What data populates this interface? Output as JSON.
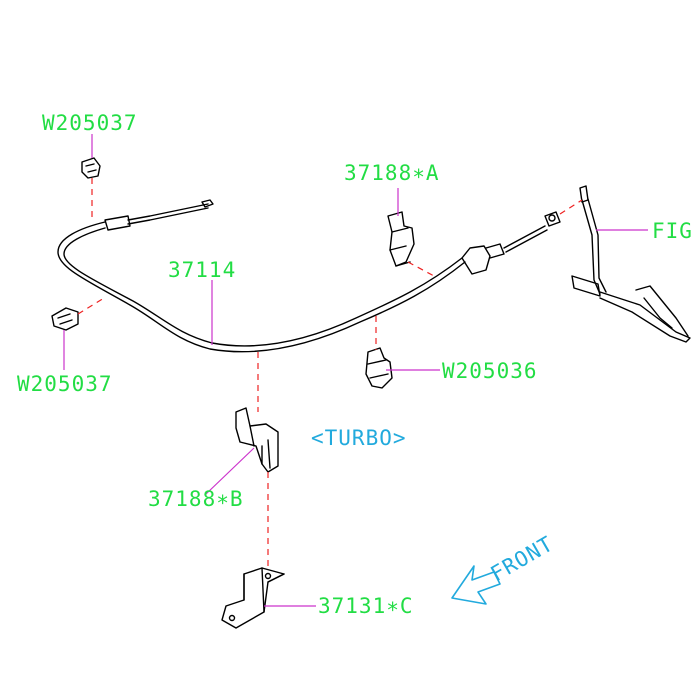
{
  "colors": {
    "label": "#22dd44",
    "leader": "#cc33cc",
    "dash": "#ee2222",
    "annotation": "#22aadd",
    "part": "#000000"
  },
  "labels": {
    "w205037_top": "W205037",
    "w205037_left": "W205037",
    "cable": "37114",
    "clamp_a": "37188∗A",
    "fig": "FIG",
    "w205036": "W205036",
    "turbo": "<TURBO>",
    "clamp_b": "37188∗B",
    "bracket_c": "37131∗C",
    "front": "FRONT"
  },
  "icons": {
    "front_arrow": "hollow-arrow-icon"
  }
}
